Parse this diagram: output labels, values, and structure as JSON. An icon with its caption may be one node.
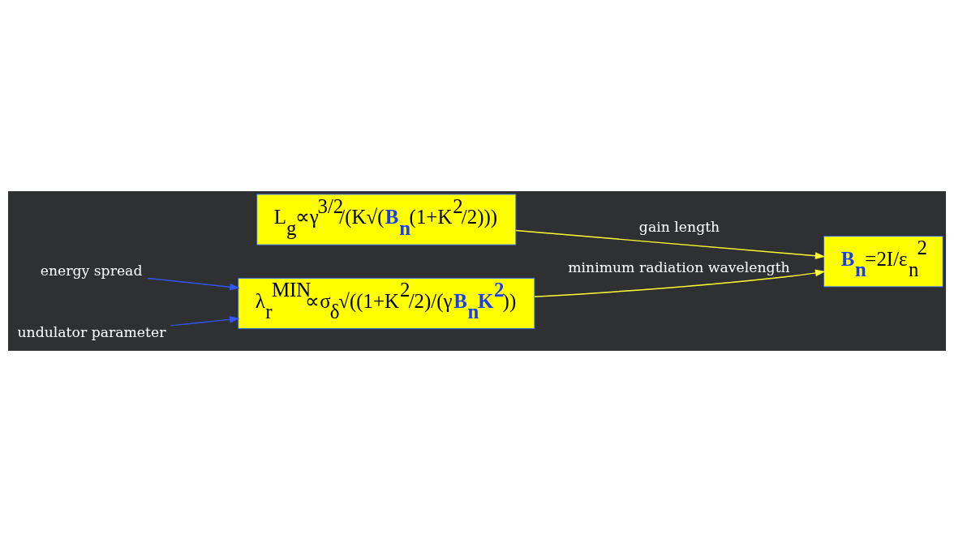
{
  "diagram": {
    "nodes": [
      {
        "text": [
          "λ$_{r}$$^{MIN}$∝σ$_{δ}$√((1+K$^{2}$/2)/(γ**B$_{n}$****K$^{2}$**))"
        ]
      },
      {
        "text": [
          "**B$_{n}$**=2I/ε$_{n}$$^{2}$"
        ]
      },
      {
        "text": [
          "L$_{g}$∝γ$^{3/2}$/(K√(**B$_{n}$**(1+K$^{2}$/2)))"
        ]
      },
      {
        "text": [
          "energy spread"
        ]
      },
      {
        "text": [
          "undulator parameter"
        ]
      }
    ],
    "edges": [
      {
        "from": 0,
        "to": 1,
        "arrow": "to",
        "label": "minimum radiation wavelength"
      },
      {
        "from": 2,
        "to": 1,
        "arrow": "to",
        "label": "gain length"
      },
      {
        "from": 3,
        "to": 0,
        "arrow": "to",
        "color": "#3355ff"
      },
      {
        "from": 4,
        "to": 0,
        "arrow": "to",
        "color": "#3355ff"
      }
    ]
  }
}
